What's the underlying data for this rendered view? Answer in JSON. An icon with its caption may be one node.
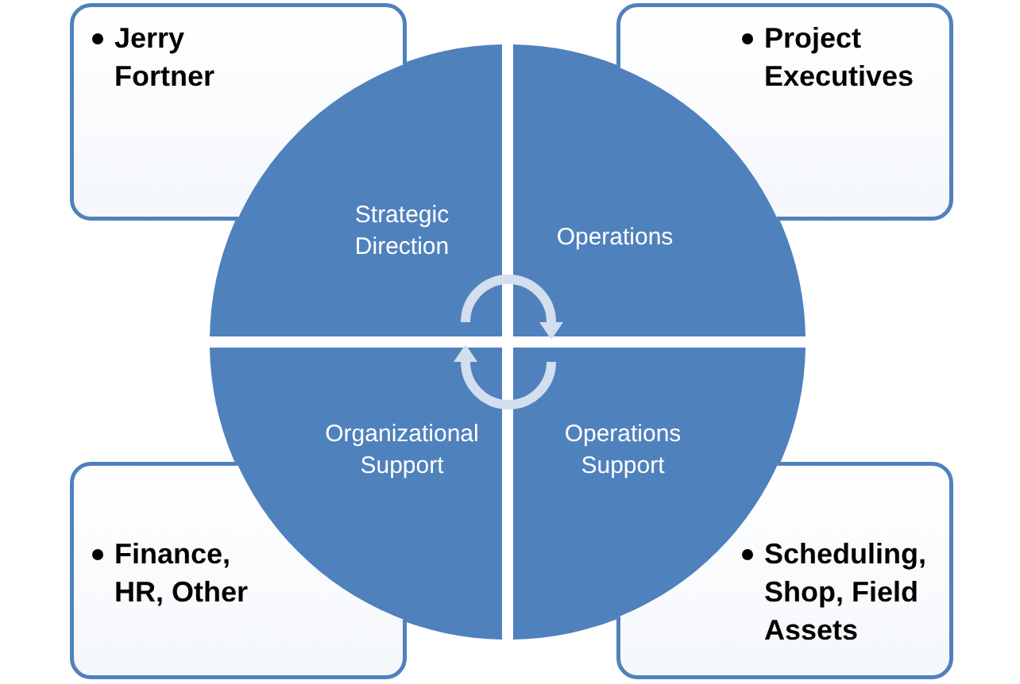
{
  "diagram": {
    "nodes": [
      {
        "text": [
          "Jerry Fortner"
        ]
      },
      {
        "text": [
          "Project Executives"
        ]
      },
      {
        "text": [
          "Strategic Direction"
        ]
      },
      {
        "text": [
          "Operations"
        ]
      },
      {
        "text": [
          "Organizational Support"
        ]
      },
      {
        "text": [
          "Operations Support"
        ]
      },
      {
        "text": [
          "Finance, HR, Other"
        ]
      },
      {
        "text": [
          "Scheduling, Shop, Field Assets"
        ]
      }
    ],
    "edges": [
      {
        "from": 2,
        "to": 3,
        "arrow": "to"
      },
      {
        "from": 5,
        "to": 4,
        "arrow": "to"
      }
    ]
  }
}
